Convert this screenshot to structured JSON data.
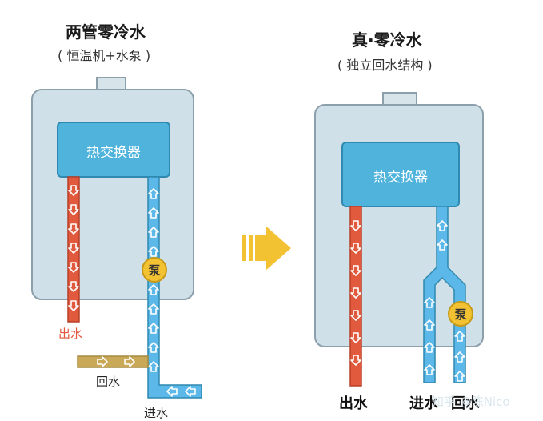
{
  "left": {
    "title": "两管零冷水",
    "subtitle": "( 恒温机+水泵 )",
    "exchanger": "热交换器",
    "pump": "泵",
    "out_label": "出水",
    "return_label": "回水",
    "in_label": "进水"
  },
  "right": {
    "title": "真·零冷水",
    "subtitle": "( 独立回水结构 )",
    "exchanger": "热交换器",
    "pump": "泵",
    "out_label": "出水",
    "in_label": "进水",
    "return_label": "回水"
  },
  "watermark": "知乎 @陈Nico",
  "colors": {
    "tank": "#cfe0e8",
    "tank_border": "#8ca0ab",
    "exchanger": "#4fb3dc",
    "hot_pipe": "#e15a3d",
    "cold_pipe": "#5bb8e8",
    "return_pipe": "#c9a857",
    "pump": "#f2c232",
    "arrow": "#f2c232"
  }
}
